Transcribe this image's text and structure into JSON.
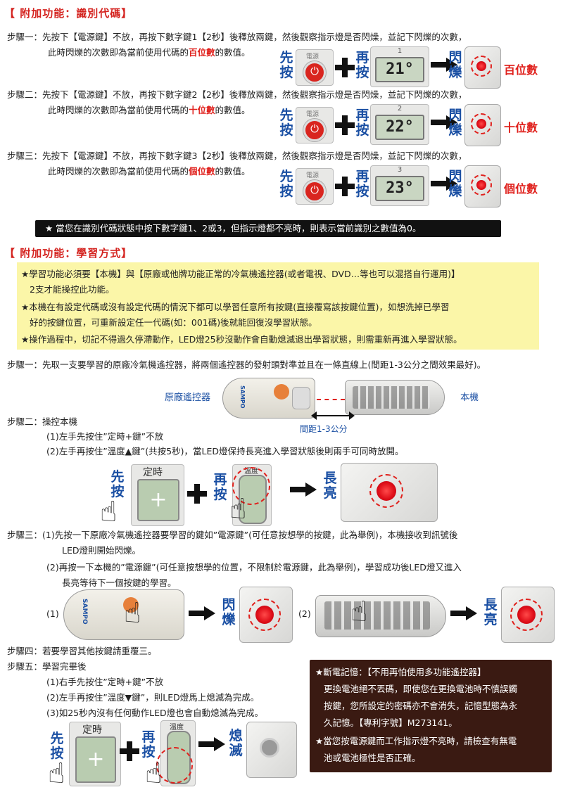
{
  "section1": {
    "title": "【 附加功能：識別代碼】",
    "steps": [
      {
        "line1": "步驟一：先按下【電源鍵】不放，再按下數字鍵1【2秒】後釋放兩鍵，然後觀察指示燈是否閃燥，並記下閃爍的次數，",
        "line2_pre": "此時閃爍的次數即為當前使用代碼的",
        "line2_hl": "百位數",
        "line2_post": "的數值。",
        "digit": "1",
        "lcd": "21°",
        "result": "百位數"
      },
      {
        "line1": "步驟二：先按下【電源鍵】不放，再按下數字鍵2【2秒】後釋放兩鍵，然後觀察指示燈是否閃燥，並記下閃爍的次數，",
        "line2_pre": "此時閃爍的次數即為當前使用代碼的",
        "line2_hl": "十位數",
        "line2_post": "的數值。",
        "digit": "2",
        "lcd": "22°",
        "result": "十位數"
      },
      {
        "line1": "步驟三：先按下【電源鍵】不放，再按下數字鍵3【2秒】後釋放兩鍵，然後觀察指示燈是否閃燥，並記下閃爍的次數，",
        "line2_pre": "此時閃爍的次數即為當前使用代碼的",
        "line2_hl": "個位數",
        "line2_post": "的數值。",
        "digit": "3",
        "lcd": "23°",
        "result": "個位數"
      }
    ],
    "label_first": "先按",
    "label_then": "再按",
    "label_flash": "閃爍",
    "label_power": "電源",
    "note": "★ 當您在識別代碼狀態中按下數字鍵1、2或3，但指示燈都不亮時，則表示當前識別之數值為0。"
  },
  "section2": {
    "title": "【 附加功能：學習方式】",
    "notes": [
      "★學習功能必須要【本機】與【原廠或他牌功能正常的冷氣機遙控器(或者電視、DVD…等也可以混搭自行運用)】",
      "2支才能操控此功能。",
      "★本機在有設定代碼或沒有設定代碼的情況下都可以學習任意所有按鍵(直接覆寫該按鍵位置)，如想洗掉已學習",
      "好的按鍵位置，可重新設定任一代碼(如：001碼)後就能回復沒學習狀態。",
      "★操作過程中，切記不得過久停滯動作，LED燈25秒沒動作會自動熄滅退出學習狀態，則需重新再進入學習狀態。"
    ],
    "step1": "步驟一：先取一支要學習的原廠冷氣機遙控器，將兩個遙控器的發射頭對準並且在一條直線上(間距1-3公分之間效果最好)。",
    "label_original": "原廠遙控器",
    "label_this": "本機",
    "label_distance": "間距1-3公分",
    "brand": "SAMPO",
    "step2_title": "步驟二：操控本機",
    "step2_a": "(1)左手先按住”定時+鍵”不放",
    "step2_b": "(2)左手再按住”溫度▲鍵”(共按5秒)，當LED燈保持長亮進入學習狀態後則兩手可同時放開。",
    "label_timer": "定時",
    "label_temp": "溫度",
    "label_first": "先按",
    "label_then": "再按",
    "label_on": "長亮",
    "step3_a1": "步驟三：(1)先按一下原廠冷氣機遙控器要學習的鍵如”電源鍵”(可任意按想學的按鍵，此為舉例)，本機接收到訊號後",
    "step3_a2": "LED燈則開始閃爍。",
    "step3_b1": "(2)再按一下本機的”電源鍵”(可任意按想學的位置，不限制於電源鍵，此為舉例)，學習成功後LED燈又進入",
    "step3_b2": "長亮等待下一個按鍵的學習。",
    "label_one": "(1)",
    "label_two": "(2)",
    "label_flash": "閃爍",
    "step4": "步驟四：若要學習其他按鍵請重覆三。",
    "step5_title": "步驟五：學習完畢後",
    "step5_a": "(1)右手先按住”定時+鍵”不放",
    "step5_b": "(2)左手再按住”溫度▼鍵”，則LED燈馬上熄滅為完成。",
    "step5_c": "(3)如25秒內沒有任何動作LED燈也會自動熄滅為完成。",
    "label_off": "熄滅",
    "memo": [
      "★斷電記憶：【不用再怕使用多功能遙控器】",
      "更換電池絕不丟碼，即使您在更換電池時不慎誤觸",
      "按鍵，您所設定的密碼亦不會消失，記憶型態為永",
      "久記憶。【專利字號】M273141。",
      "★當您按電源鍵而工作指示燈不亮時，請檢查有無電",
      "池或電池極性是否正確。"
    ]
  }
}
